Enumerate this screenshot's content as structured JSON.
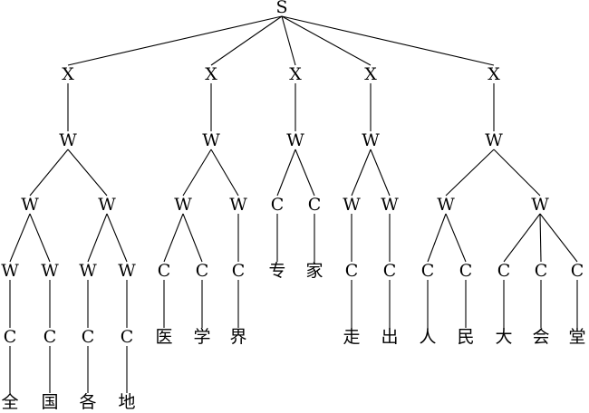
{
  "diagram": {
    "type": "parse-tree",
    "nodes": [
      {
        "id": "S",
        "label": "S",
        "parent": null
      },
      {
        "id": "X1",
        "label": "X",
        "parent": "S"
      },
      {
        "id": "X2",
        "label": "X",
        "parent": "S"
      },
      {
        "id": "X3",
        "label": "X",
        "parent": "S"
      },
      {
        "id": "X4",
        "label": "X",
        "parent": "S"
      },
      {
        "id": "X5",
        "label": "X",
        "parent": "S"
      },
      {
        "id": "W1",
        "label": "W",
        "parent": "X1"
      },
      {
        "id": "W2",
        "label": "W",
        "parent": "X2"
      },
      {
        "id": "W3",
        "label": "W",
        "parent": "X3"
      },
      {
        "id": "W4",
        "label": "W",
        "parent": "X4"
      },
      {
        "id": "W5",
        "label": "W",
        "parent": "X5"
      },
      {
        "id": "W1a",
        "label": "W",
        "parent": "W1"
      },
      {
        "id": "W1b",
        "label": "W",
        "parent": "W1"
      },
      {
        "id": "W2a",
        "label": "W",
        "parent": "W2"
      },
      {
        "id": "W2b",
        "label": "W",
        "parent": "W2"
      },
      {
        "id": "C3a",
        "label": "C",
        "parent": "W3"
      },
      {
        "id": "C3b",
        "label": "C",
        "parent": "W3"
      },
      {
        "id": "W4a",
        "label": "W",
        "parent": "W4"
      },
      {
        "id": "W4b",
        "label": "W",
        "parent": "W4"
      },
      {
        "id": "W5a",
        "label": "W",
        "parent": "W5"
      },
      {
        "id": "W5b",
        "label": "W",
        "parent": "W5"
      },
      {
        "id": "W1a1",
        "label": "W",
        "parent": "W1a"
      },
      {
        "id": "W1a2",
        "label": "W",
        "parent": "W1a"
      },
      {
        "id": "W1b1",
        "label": "W",
        "parent": "W1b"
      },
      {
        "id": "W1b2",
        "label": "W",
        "parent": "W1b"
      },
      {
        "id": "C2a1",
        "label": "C",
        "parent": "W2a"
      },
      {
        "id": "C2a2",
        "label": "C",
        "parent": "W2a"
      },
      {
        "id": "C2b1",
        "label": "C",
        "parent": "W2b"
      },
      {
        "id": "H_zhuan",
        "label": "专",
        "parent": "C3a",
        "hanzi": true
      },
      {
        "id": "H_jia",
        "label": "家",
        "parent": "C3b",
        "hanzi": true
      },
      {
        "id": "C4a1",
        "label": "C",
        "parent": "W4a"
      },
      {
        "id": "C4b1",
        "label": "C",
        "parent": "W4b"
      },
      {
        "id": "C5a1",
        "label": "C",
        "parent": "W5a"
      },
      {
        "id": "C5a2",
        "label": "C",
        "parent": "W5a"
      },
      {
        "id": "C5b1",
        "label": "C",
        "parent": "W5b"
      },
      {
        "id": "C5b2",
        "label": "C",
        "parent": "W5b"
      },
      {
        "id": "C5b3",
        "label": "C",
        "parent": "W5b"
      },
      {
        "id": "C1a",
        "label": "C",
        "parent": "W1a1"
      },
      {
        "id": "C1b",
        "label": "C",
        "parent": "W1a2"
      },
      {
        "id": "C1c",
        "label": "C",
        "parent": "W1b1"
      },
      {
        "id": "C1d",
        "label": "C",
        "parent": "W1b2"
      },
      {
        "id": "H_yi",
        "label": "医",
        "parent": "C2a1",
        "hanzi": true
      },
      {
        "id": "H_xue",
        "label": "学",
        "parent": "C2a2",
        "hanzi": true
      },
      {
        "id": "H_jie",
        "label": "界",
        "parent": "C2b1",
        "hanzi": true
      },
      {
        "id": "H_zou",
        "label": "走",
        "parent": "C4a1",
        "hanzi": true
      },
      {
        "id": "H_chu",
        "label": "出",
        "parent": "C4b1",
        "hanzi": true
      },
      {
        "id": "H_ren",
        "label": "人",
        "parent": "C5a1",
        "hanzi": true
      },
      {
        "id": "H_min",
        "label": "民",
        "parent": "C5a2",
        "hanzi": true
      },
      {
        "id": "H_da",
        "label": "大",
        "parent": "C5b1",
        "hanzi": true
      },
      {
        "id": "H_hui",
        "label": "会",
        "parent": "C5b2",
        "hanzi": true
      },
      {
        "id": "H_tang",
        "label": "堂",
        "parent": "C5b3",
        "hanzi": true
      },
      {
        "id": "H_quan",
        "label": "全",
        "parent": "C1a",
        "hanzi": true
      },
      {
        "id": "H_guo",
        "label": "国",
        "parent": "C1b",
        "hanzi": true
      },
      {
        "id": "H_ge",
        "label": "各",
        "parent": "C1c",
        "hanzi": true
      },
      {
        "id": "H_di",
        "label": "地",
        "parent": "C1d",
        "hanzi": true
      }
    ]
  }
}
